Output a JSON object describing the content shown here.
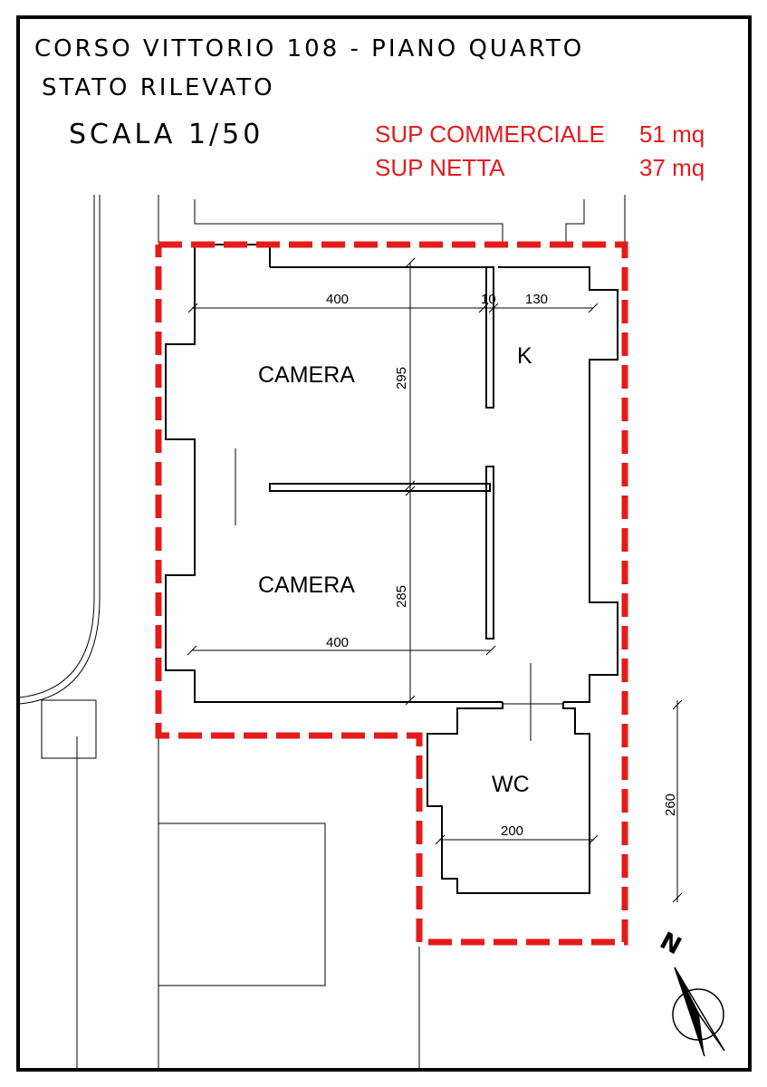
{
  "header": {
    "line1": "CORSO VITTORIO 108 - PIANO QUARTO",
    "line2": "STATO RILEVATO",
    "scale": "SCALA 1/50"
  },
  "areas": {
    "commerciale_label": "SUP COMMERCIALE",
    "commerciale_value": "51 mq",
    "netta_label": "SUP NETTA",
    "netta_value": "37 mq"
  },
  "rooms": {
    "camera_top": "CAMERA",
    "camera_bottom": "CAMERA",
    "kitchen": "K",
    "wc": "WC"
  },
  "dimensions": {
    "camera_top_width": "400",
    "wall_width": "10",
    "kitchen_width": "130",
    "camera_top_height": "295",
    "camera_bottom_height": "285",
    "camera_bottom_width": "400",
    "wc_width": "200",
    "wc_height": "260"
  },
  "north_arrow": {
    "label": "N",
    "icon": "north-arrow-icon"
  },
  "colors": {
    "highlight": "#e41b1b",
    "ink": "#000000"
  }
}
